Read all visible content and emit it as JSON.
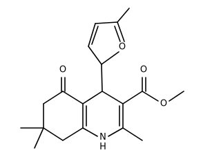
{
  "molecule": {
    "atoms": {
      "ketone_oxygen": "O",
      "furan_oxygen": "O",
      "ester_carbonyl_oxygen": "O",
      "ester_ether_oxygen": "O",
      "ring_nitrogen": "H\nN"
    },
    "line_color": "#000000",
    "background": "#ffffff"
  }
}
